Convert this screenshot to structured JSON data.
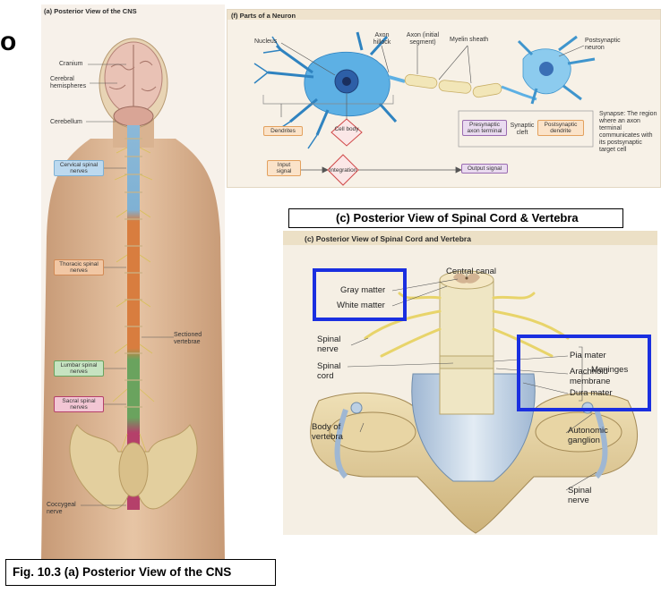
{
  "slide_letter": "o",
  "panel_a": {
    "title": "(a) Posterior View of the CNS",
    "labels": {
      "cranium": "Cranium",
      "cerebral_hemispheres": "Cerebral hemispheres",
      "cerebellum": "Cerebellum",
      "cervical": "Cervical spinal nerves",
      "thoracic": "Thoracic spinal nerves",
      "sectioned": "Sectioned vertebrae",
      "lumbar": "Lumbar spinal nerves",
      "sacral": "Sacral spinal nerves",
      "coccygeal": "Coccygeal nerve"
    },
    "colors": {
      "cervical": "#bcd9ef",
      "thoracic": "#f1c7a4",
      "lumbar": "#c6e3c1",
      "sacral": "#f2c6d4"
    }
  },
  "panel_f": {
    "title": "(f) Parts of a Neuron",
    "labels": {
      "nucleus": "Nucleus",
      "axon_hillock": "Axon hillock",
      "axon_initial": "Axon (initial segment)",
      "myelin": "Myelin sheath",
      "postsynaptic_neuron": "Postsynaptic neuron",
      "dendrites": "Dendrites",
      "cell_body": "Cell body",
      "presynaptic": "Presynaptic axon terminal",
      "synaptic_cleft": "Synaptic cleft",
      "postsynaptic_dendrite": "Postsynaptic dendrite",
      "synapse_desc": "Synapse: The region where an axon terminal communicates with its postsynaptic target cell",
      "input_signal": "Input signal",
      "integration": "Integration",
      "output_signal": "Output signal"
    }
  },
  "banner_c": "(c) Posterior View of Spinal Cord & Vertebra",
  "panel_c": {
    "title": "(c) Posterior View of Spinal Cord and Vertebra",
    "labels": {
      "central_canal": "Central canal",
      "gray_matter": "Gray matter",
      "white_matter": "White matter",
      "spinal_nerve": "Spinal nerve",
      "spinal_cord": "Spinal cord",
      "pia_mater": "Pia mater",
      "arachnoid": "Arachnoid membrane",
      "dura_mater": "Dura mater",
      "meninges": "Meninges",
      "body_vertebra": "Body of vertebra",
      "autonomic_ganglion": "Autonomic ganglion",
      "spinal_nerve_2": "Spinal nerve"
    }
  },
  "caption": "Fig. 10.3 (a) Posterior View of the CNS",
  "colors": {
    "highlight_box": "#1a2fe0",
    "neuron": "#4aa3d9",
    "bone": "#e6d6a8",
    "nerve": "#e8d46a"
  }
}
